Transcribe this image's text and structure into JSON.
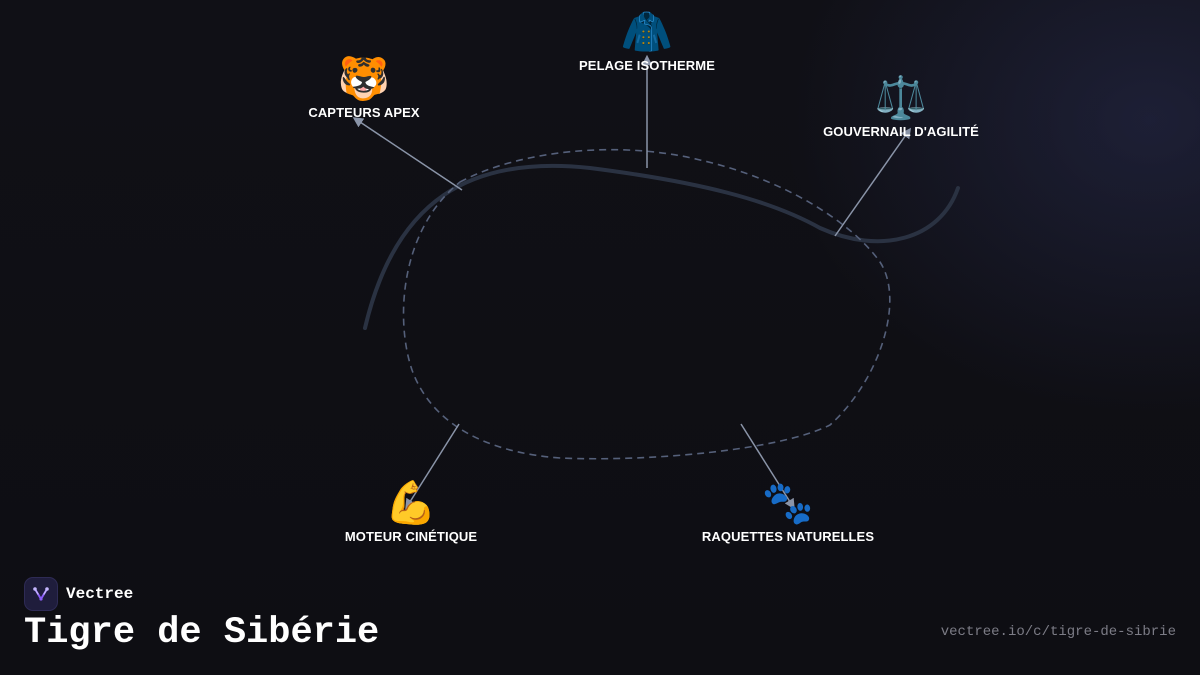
{
  "diagram": {
    "title": "Tigre de Sibérie",
    "nodes": [
      {
        "id": "capteurs",
        "emoji": "🐯",
        "label": "CAPTEURS APEX"
      },
      {
        "id": "pelage",
        "emoji": "🧥",
        "label": "PELAGE ISOTHERME"
      },
      {
        "id": "gouvernail",
        "emoji": "⚖️",
        "label": "GOUVERNAIL D'AGILITÉ"
      },
      {
        "id": "moteur",
        "emoji": "💪",
        "label": "MOTEUR CINÉTIQUE"
      },
      {
        "id": "raquettes",
        "emoji": "🐾",
        "label": "RAQUETTES NATURELLES"
      }
    ]
  },
  "brand": {
    "name": "Vectree",
    "logo_icon": "vectree-logo-icon",
    "accent": "#8b5cf6"
  },
  "footer": {
    "url": "vectree.io/c/tigre-de-sibrie"
  },
  "colors": {
    "background": "#0e0e13",
    "connector": "#8a94a8",
    "outline": "#55607a",
    "spine": "#2a3242"
  }
}
